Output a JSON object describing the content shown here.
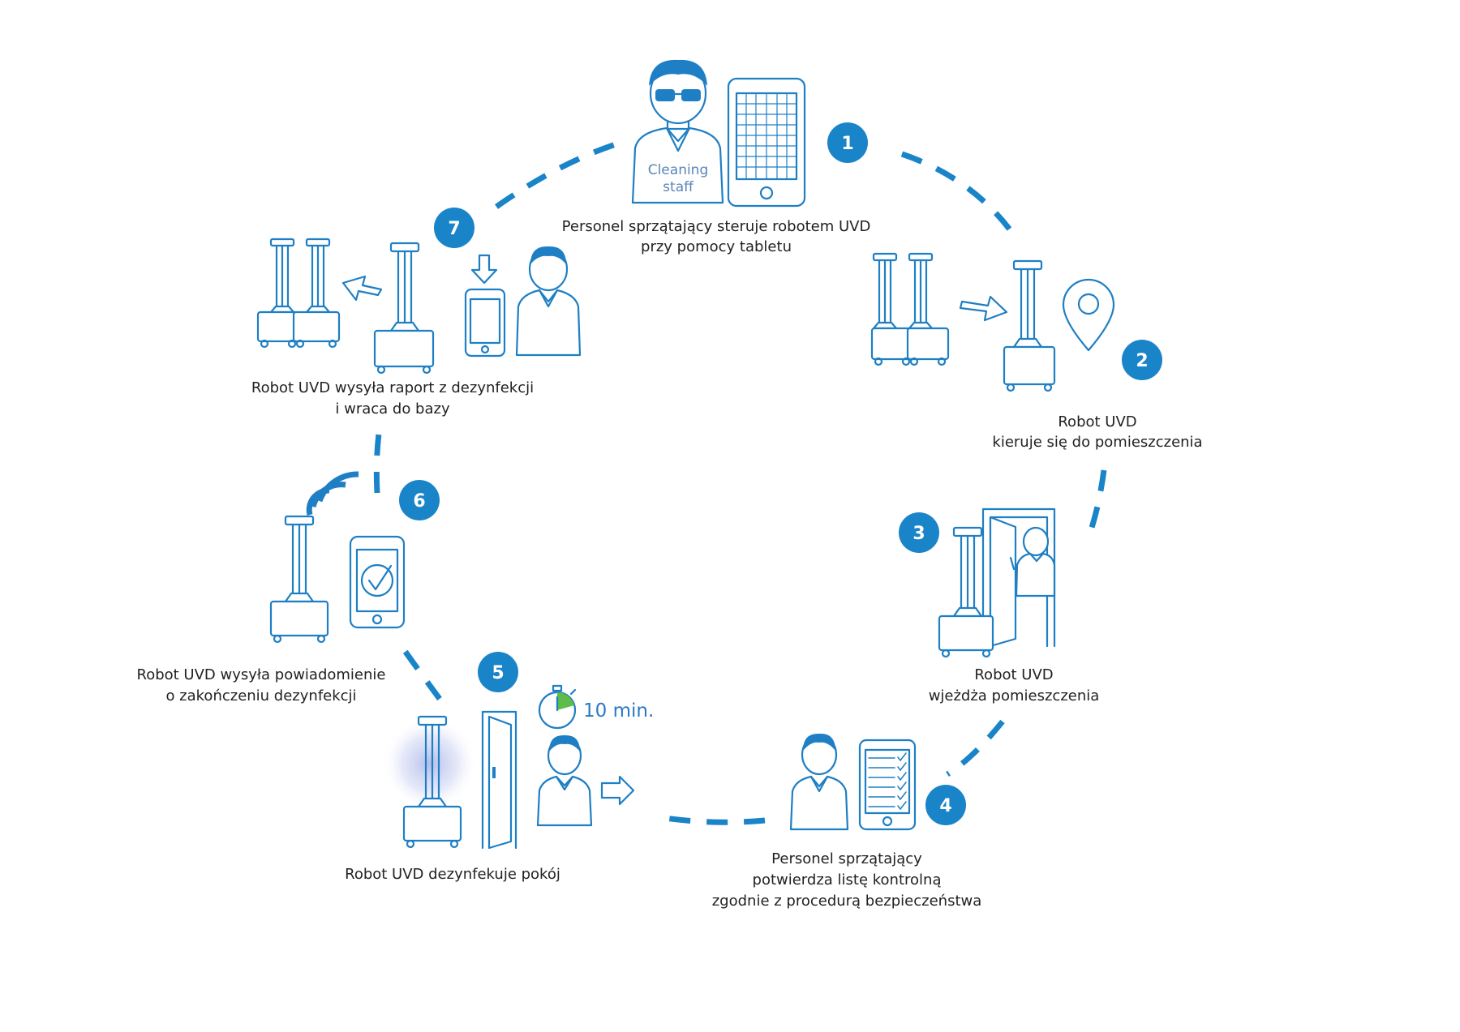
{
  "colors": {
    "accent": "#1a84c9",
    "outline": "#1f7fc4",
    "text": "#222222",
    "timer_fill": "#5ebd4a"
  },
  "steps": [
    {
      "number": "1",
      "lines": [
        "Personel sprzątający steruje robotem UVD",
        "przy pomocy tabletu"
      ]
    },
    {
      "number": "2",
      "lines": [
        "Robot UVD",
        "kieruje się do pomieszczenia"
      ]
    },
    {
      "number": "3",
      "lines": [
        "Robot UVD",
        "wjeżdża pomieszczenia"
      ]
    },
    {
      "number": "4",
      "lines": [
        "Personel sprzątający",
        "potwierdza listę kontrolną",
        "zgodnie z procedurą bezpieczeństwa"
      ]
    },
    {
      "number": "5",
      "lines": [
        "Robot UVD dezynfekuje pokój"
      ]
    },
    {
      "number": "6",
      "lines": [
        "Robot UVD wysyła powiadomienie",
        "o zakończeniu dezynfekcji"
      ]
    },
    {
      "number": "7",
      "lines": [
        "Robot UVD wysyła raport z dezynfekcji",
        "i wraca do bazy"
      ]
    }
  ],
  "shirt_text": [
    "Cleaning",
    "staff"
  ],
  "timer_label": "10 min.",
  "icons": [
    "cleaning-staff-person-icon",
    "tablet-icon",
    "uvd-robot-icon",
    "location-pin-icon",
    "door-icon",
    "checklist-tablet-icon",
    "stopwatch-icon",
    "phone-check-icon",
    "wifi-signal-icon",
    "arrow-icon"
  ]
}
